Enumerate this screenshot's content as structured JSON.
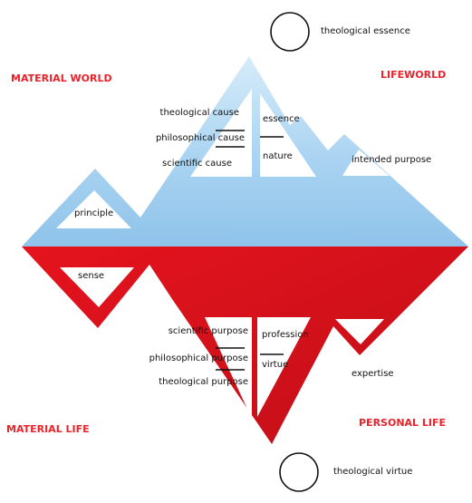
{
  "colors": {
    "sky_light": "#d6ecfa",
    "sky": "#a9d3f1",
    "sky_deep": "#8fc3ea",
    "red": "#e5131d",
    "red_deep": "#c10f18",
    "corner_text": "#e8232b",
    "text": "#111111",
    "line": "#111111"
  },
  "corners": {
    "material_world": "MATERIAL WORLD",
    "lifeworld": "LIFEWORLD",
    "material_life": "MATERIAL LIFE",
    "personal_life": "PERSONAL LIFE"
  },
  "circles": {
    "top": "theological essence",
    "bottom": "theological virtue"
  },
  "upper": {
    "left_peak": "principle",
    "central_left": [
      "theological cause",
      "philosophical cause",
      "scientific cause"
    ],
    "central_right": [
      "essence",
      "nature"
    ],
    "right_peak": "intended purpose"
  },
  "lower": {
    "left_valley": "sense",
    "central_left": [
      "scientific purpose",
      "philosophical purpose",
      "theological purpose"
    ],
    "central_right": [
      "profession",
      "virtue"
    ],
    "right_valley": "expertise"
  }
}
